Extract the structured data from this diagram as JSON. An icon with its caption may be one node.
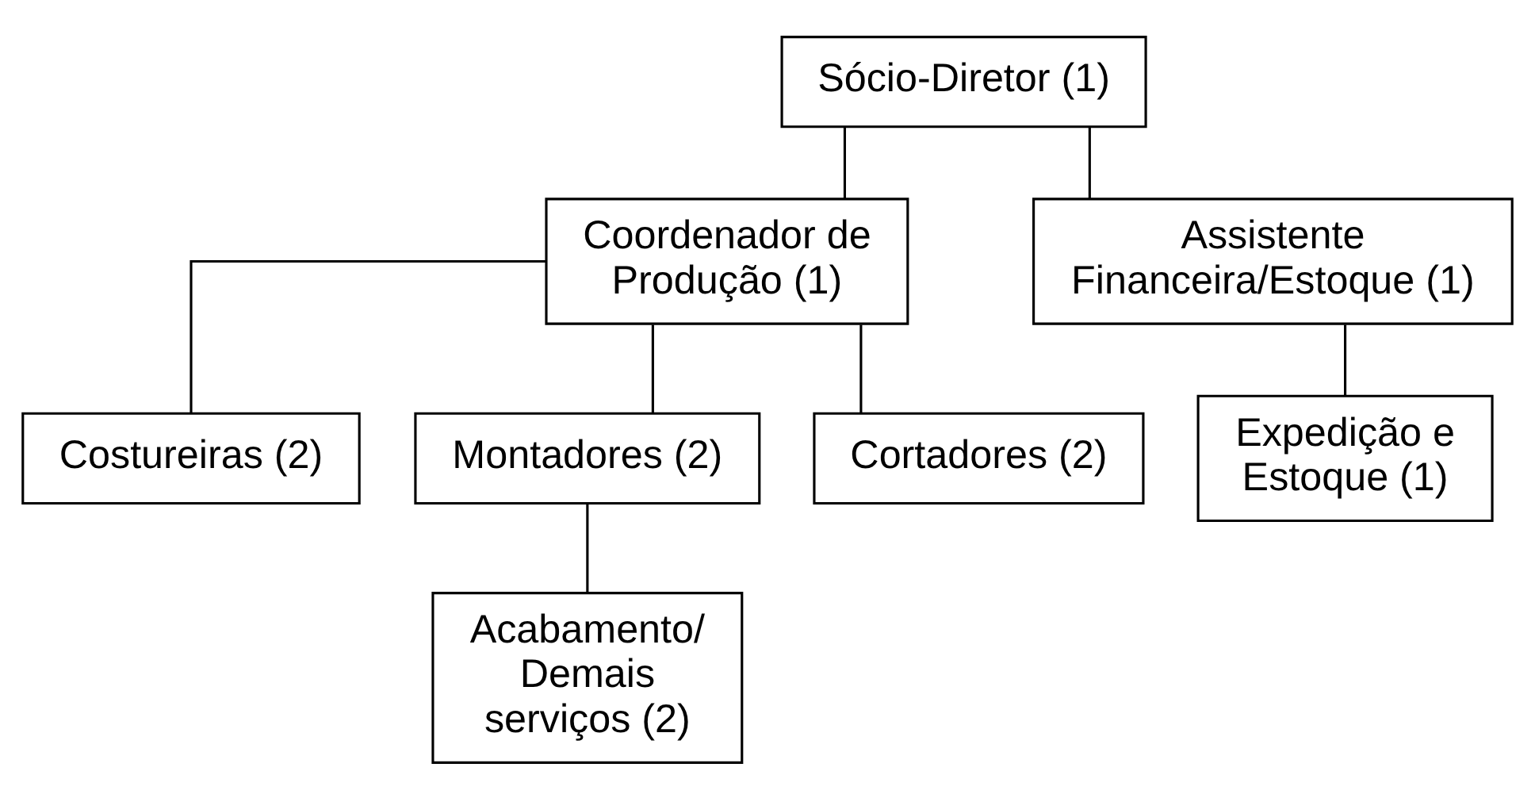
{
  "diagram": {
    "nodes": [
      {
        "text": [
          "Sócio-Diretor (1)"
        ]
      },
      {
        "text": [
          "Coordenador de Produção (1)"
        ]
      },
      {
        "text": [
          "Assistente Financeira/Estoque (1)"
        ]
      },
      {
        "text": [
          "Costureiras (2)"
        ]
      },
      {
        "text": [
          "Montadores (2)"
        ]
      },
      {
        "text": [
          "Cortadores (2)"
        ]
      },
      {
        "text": [
          "Acabamento/ Demais serviços (2)"
        ]
      },
      {
        "text": [
          "Expedição e Estoque (1)"
        ]
      }
    ],
    "edges": [
      {
        "from": 0,
        "to": 1,
        "arrow": "none"
      },
      {
        "from": 0,
        "to": 2,
        "arrow": "none"
      },
      {
        "from": 1,
        "to": 3,
        "arrow": "none"
      },
      {
        "from": 1,
        "to": 4,
        "arrow": "none"
      },
      {
        "from": 1,
        "to": 5,
        "arrow": "none"
      },
      {
        "from": 4,
        "to": 6,
        "arrow": "none"
      },
      {
        "from": 2,
        "to": 7,
        "arrow": "none"
      }
    ]
  }
}
